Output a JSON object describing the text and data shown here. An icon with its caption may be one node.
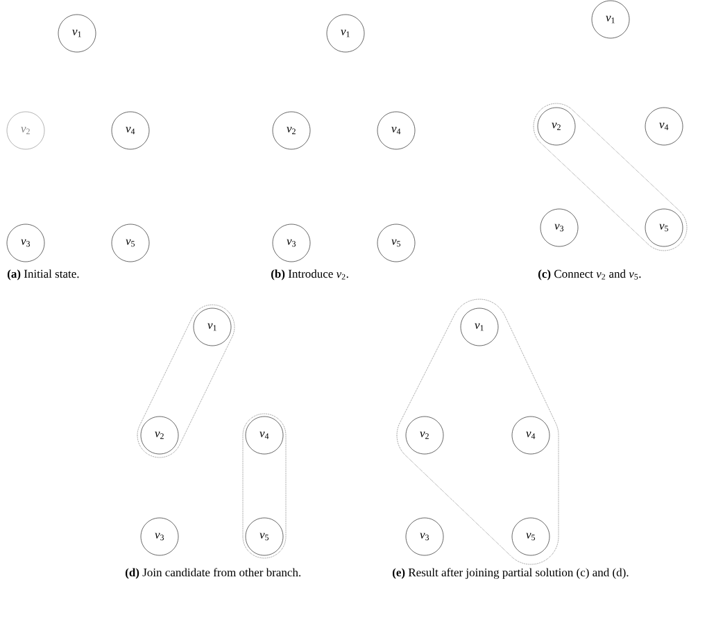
{
  "diagram": {
    "nodes": [
      {
        "text": [
          "*v*$_{1}$"
        ]
      },
      {
        "text": [
          "*v*$_{2}$"
        ]
      },
      {
        "text": [
          "*v*$_{4}$"
        ]
      },
      {
        "text": [
          "*v*$_{3}$"
        ]
      },
      {
        "text": [
          "*v*$_{5}$"
        ]
      },
      {
        "text": [
          "*v*$_{1}$"
        ]
      },
      {
        "text": [
          "*v*$_{2}$"
        ]
      },
      {
        "text": [
          "*v*$_{4}$"
        ]
      },
      {
        "text": [
          "*v*$_{3}$"
        ]
      },
      {
        "text": [
          "*v*$_{5}$"
        ]
      },
      {
        "text": [
          "*v*$_{1}$"
        ]
      },
      {
        "text": [
          "*v*$_{2}$"
        ]
      },
      {
        "text": [
          "*v*$_{4}$"
        ]
      },
      {
        "text": [
          "*v*$_{3}$"
        ]
      },
      {
        "text": [
          "*v*$_{5}$"
        ]
      },
      {
        "text": [
          "*v*$_{1}$"
        ]
      },
      {
        "text": [
          "*v*$_{2}$"
        ]
      },
      {
        "text": [
          "*v*$_{4}$"
        ]
      },
      {
        "text": [
          "*v*$_{3}$"
        ]
      },
      {
        "text": [
          "*v*$_{5}$"
        ]
      },
      {
        "text": [
          "*v*$_{1}$"
        ]
      },
      {
        "text": [
          "*v*$_{2}$"
        ]
      },
      {
        "text": [
          "*v*$_{4}$"
        ]
      },
      {
        "text": [
          "*v*$_{3}$"
        ]
      },
      {
        "text": [
          "*v*$_{5}$"
        ]
      }
    ],
    "labels": [
      "**(a)** Initial state.",
      "**(b)** Introduce *v*$_{2}$.",
      "**(c)** Connect *v*$_{2}$ and *v*$_{5}$.",
      "**(d)** Join candidate from other branch.",
      "**(e)** Result after joining partial solution (c) and (d)."
    ]
  }
}
